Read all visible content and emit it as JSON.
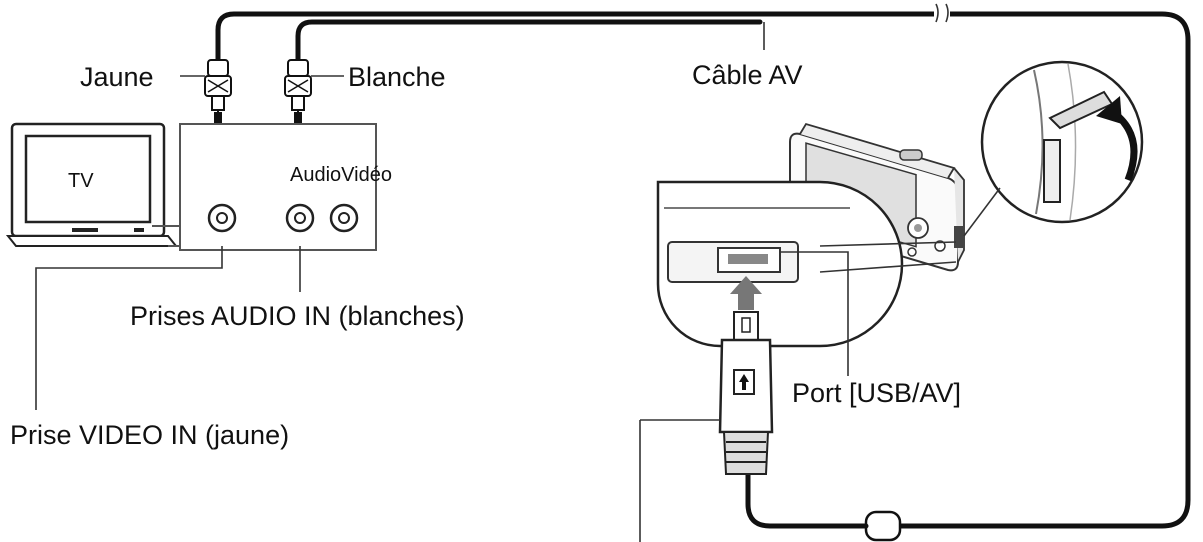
{
  "labels": {
    "jaune": "Jaune",
    "blanche": "Blanche",
    "cable_av": "Câble AV",
    "tv": "TV",
    "audio_video": "AudioVidéo",
    "audio_in": "Prises AUDIO IN (blanches)",
    "video_in": "Prise VIDEO IN (jaune)",
    "usb_av_port": "Port [USB/AV]"
  }
}
